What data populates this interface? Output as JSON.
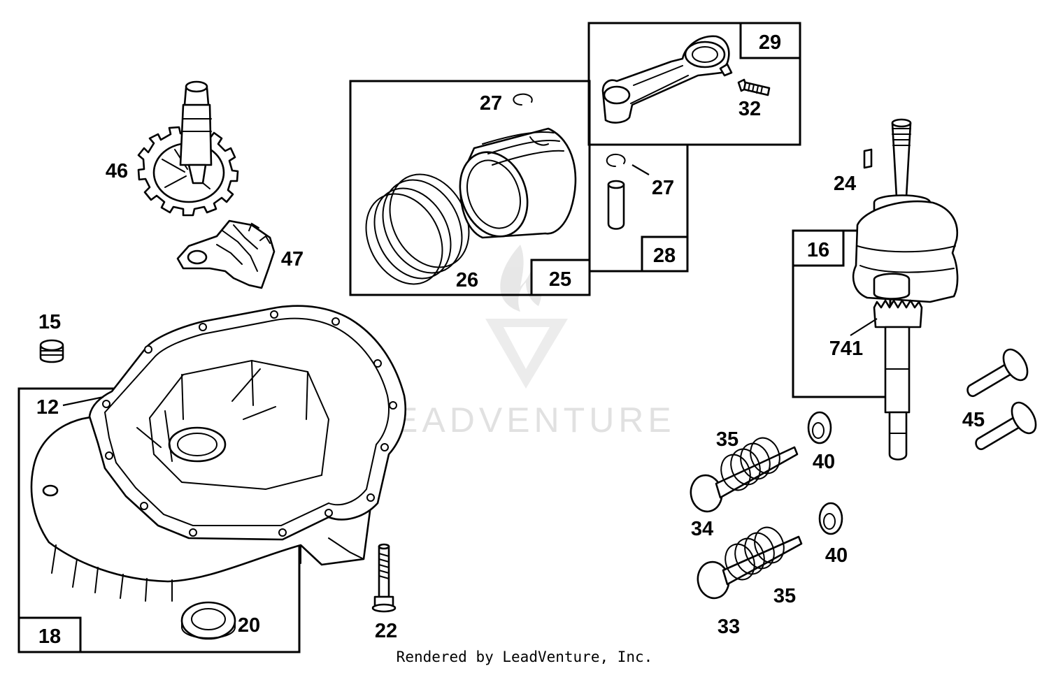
{
  "diagram": {
    "callouts": {
      "c46": "46",
      "c47": "47",
      "c27a": "27",
      "c26": "26",
      "c27b": "27",
      "c32": "32",
      "c24": "24",
      "c741": "741",
      "c15": "15",
      "c12": "12",
      "c20": "20",
      "c22": "22",
      "c35a": "35",
      "c40a": "40",
      "c34": "34",
      "c40b": "40",
      "c35b": "35",
      "c33": "33",
      "c45": "45"
    },
    "kits": {
      "k25": "25",
      "k28": "28",
      "k29": "29",
      "k16": "16",
      "k18": "18"
    }
  },
  "watermark": {
    "text": "LEADVENTURE"
  },
  "footer": {
    "credit": "Rendered by LeadVenture, Inc."
  }
}
